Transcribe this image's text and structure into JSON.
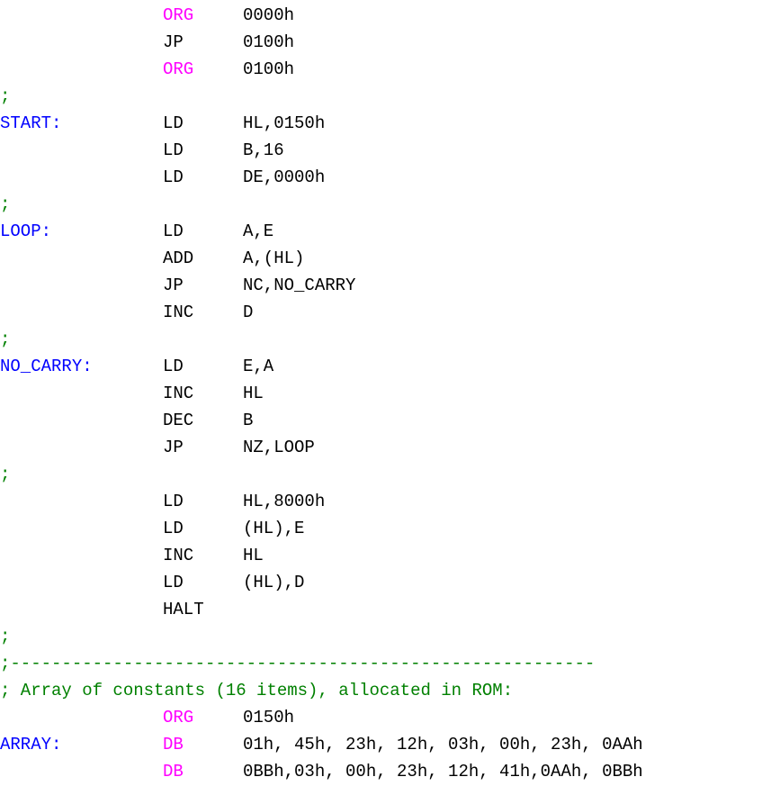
{
  "colors": {
    "background": "#ffffff",
    "label": "#0000ff",
    "directive": "#ff00ff",
    "instruction": "#000000",
    "operand": "#000000",
    "comment": "#008000"
  },
  "code_lines": [
    {
      "label": "",
      "mnemonic": "ORG",
      "operands": "0000h",
      "kind": "directive",
      "comment": ""
    },
    {
      "label": "",
      "mnemonic": "JP",
      "operands": "0100h",
      "kind": "instruction",
      "comment": ""
    },
    {
      "label": "",
      "mnemonic": "ORG",
      "operands": "0100h",
      "kind": "directive",
      "comment": ""
    },
    {
      "label": "",
      "mnemonic": "",
      "operands": "",
      "kind": "comment",
      "comment": ";"
    },
    {
      "label": "START:",
      "mnemonic": "LD",
      "operands": "HL,0150h",
      "kind": "instruction",
      "comment": ""
    },
    {
      "label": "",
      "mnemonic": "LD",
      "operands": "B,16",
      "kind": "instruction",
      "comment": ""
    },
    {
      "label": "",
      "mnemonic": "LD",
      "operands": "DE,0000h",
      "kind": "instruction",
      "comment": ""
    },
    {
      "label": "",
      "mnemonic": "",
      "operands": "",
      "kind": "comment",
      "comment": ";"
    },
    {
      "label": "LOOP:",
      "mnemonic": "LD",
      "operands": "A,E",
      "kind": "instruction",
      "comment": ""
    },
    {
      "label": "",
      "mnemonic": "ADD",
      "operands": "A,(HL)",
      "kind": "instruction",
      "comment": ""
    },
    {
      "label": "",
      "mnemonic": "JP",
      "operands": "NC,NO_CARRY",
      "kind": "instruction",
      "comment": ""
    },
    {
      "label": "",
      "mnemonic": "INC",
      "operands": "D",
      "kind": "instruction",
      "comment": ""
    },
    {
      "label": "",
      "mnemonic": "",
      "operands": "",
      "kind": "comment",
      "comment": ";"
    },
    {
      "label": "NO_CARRY:",
      "mnemonic": "LD",
      "operands": "E,A",
      "kind": "instruction",
      "comment": ""
    },
    {
      "label": "",
      "mnemonic": "INC",
      "operands": "HL",
      "kind": "instruction",
      "comment": ""
    },
    {
      "label": "",
      "mnemonic": "DEC",
      "operands": "B",
      "kind": "instruction",
      "comment": ""
    },
    {
      "label": "",
      "mnemonic": "JP",
      "operands": "NZ,LOOP",
      "kind": "instruction",
      "comment": ""
    },
    {
      "label": "",
      "mnemonic": "",
      "operands": "",
      "kind": "comment",
      "comment": ";"
    },
    {
      "label": "",
      "mnemonic": "LD",
      "operands": "HL,8000h",
      "kind": "instruction",
      "comment": ""
    },
    {
      "label": "",
      "mnemonic": "LD",
      "operands": "(HL),E",
      "kind": "instruction",
      "comment": ""
    },
    {
      "label": "",
      "mnemonic": "INC",
      "operands": "HL",
      "kind": "instruction",
      "comment": ""
    },
    {
      "label": "",
      "mnemonic": "LD",
      "operands": "(HL),D",
      "kind": "instruction",
      "comment": ""
    },
    {
      "label": "",
      "mnemonic": "HALT",
      "operands": "",
      "kind": "instruction",
      "comment": ""
    },
    {
      "label": "",
      "mnemonic": "",
      "operands": "",
      "kind": "comment",
      "comment": ";"
    },
    {
      "label": "",
      "mnemonic": "",
      "operands": "",
      "kind": "comment",
      "comment": ";---------------------------------------------------------"
    },
    {
      "label": "",
      "mnemonic": "",
      "operands": "",
      "kind": "comment",
      "comment": "; Array of constants (16 items), allocated in ROM:"
    },
    {
      "label": "",
      "mnemonic": "ORG",
      "operands": "0150h",
      "kind": "directive",
      "comment": ""
    },
    {
      "label": "ARRAY:",
      "mnemonic": "DB",
      "operands": "01h, 45h, 23h, 12h, 03h, 00h, 23h, 0AAh",
      "kind": "directive",
      "comment": ""
    },
    {
      "label": "",
      "mnemonic": "DB",
      "operands": "0BBh,03h, 00h, 23h, 12h, 41h,0AAh, 0BBh",
      "kind": "directive",
      "comment": ""
    }
  ]
}
